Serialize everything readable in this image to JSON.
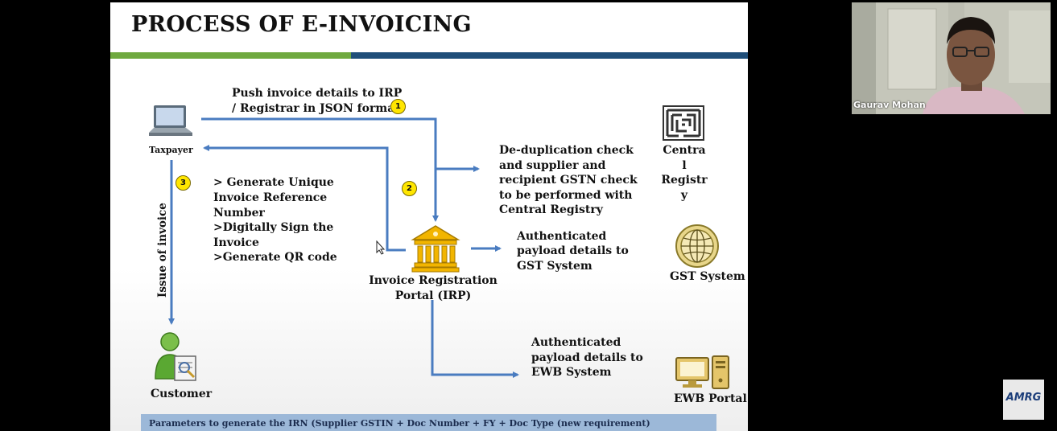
{
  "slide": {
    "title": "PROCESS OF E-INVOICING",
    "push_line1": "Push invoice details to IRP",
    "push_line2": "/ Registrar in JSON format",
    "taxpayer": "Taxpayer",
    "gen_line1": "> Generate Unique",
    "gen_line2": "Invoice Reference",
    "gen_line3": "Number",
    "gen_line4": ">Digitally Sign the",
    "gen_line5": "Invoice",
    "gen_line6": ">Generate QR code",
    "dedup_line1": "De-duplication check",
    "dedup_line2": "and supplier and",
    "dedup_line3": "recipient GSTN check",
    "dedup_line4": "to be performed with",
    "dedup_line5": "Central Registry",
    "central_line1": "Centra",
    "central_line2": "l",
    "central_line3": "Registr",
    "central_line4": "y",
    "irp_line1": "Invoice Registration",
    "irp_line2": "Portal (IRP)",
    "auth_gst_line1": "Authenticated",
    "auth_gst_line2": "payload details to",
    "auth_gst_line3": "GST System",
    "gst_system": "GST System",
    "auth_ewb_line1": "Authenticated",
    "auth_ewb_line2": "payload details to",
    "auth_ewb_line3": "EWB System",
    "ewb_portal": "EWB Portal",
    "issue_of_invoice": "Issue of invoice",
    "customer": "Customer",
    "badge1": "1",
    "badge2": "2",
    "badge3": "3",
    "footer": "Parameters to generate the IRN (Supplier GSTIN + Doc Number + FY + Doc Type (new requirement)"
  },
  "video": {
    "participant_name": "Gaurav Mohan"
  },
  "logo": {
    "text": "AMRG"
  },
  "colors": {
    "arrow": "#4a7cc0",
    "bar_green": "#6fa93f",
    "bar_blue": "#1f4e79",
    "badge": "#ffe600",
    "footer_bg": "#9cb8d8"
  },
  "icons": [
    "laptop-icon",
    "maze-icon",
    "bank-icon",
    "globe-icon",
    "desktop-computer-icon",
    "customer-icon"
  ]
}
